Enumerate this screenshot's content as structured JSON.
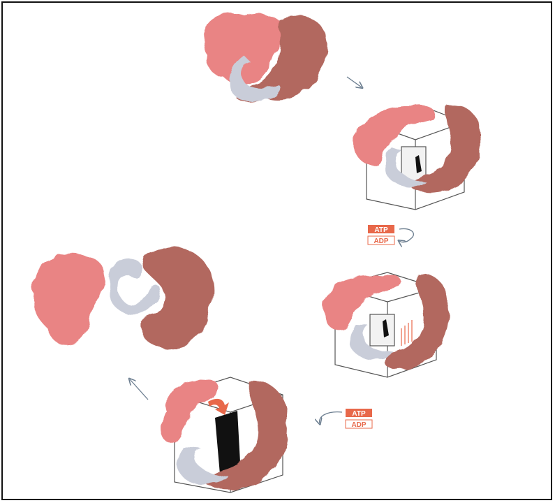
{
  "figure": {
    "labels": {
      "atp": "ATP",
      "adp": "ADP"
    },
    "colors": {
      "domain_pink": "#e98484",
      "domain_brown": "#b2675e",
      "strap_gray": "#c9cdd9",
      "atp_orange": "#e8684a",
      "arrow_gray": "#6b7d8f",
      "chaperonin_black": "#111111"
    },
    "states": [
      {
        "name": "free-folded-dimer"
      },
      {
        "name": "bound-in-cage"
      },
      {
        "name": "atp-hydrolysis"
      },
      {
        "name": "release"
      },
      {
        "name": "unfolded-strap"
      }
    ]
  }
}
